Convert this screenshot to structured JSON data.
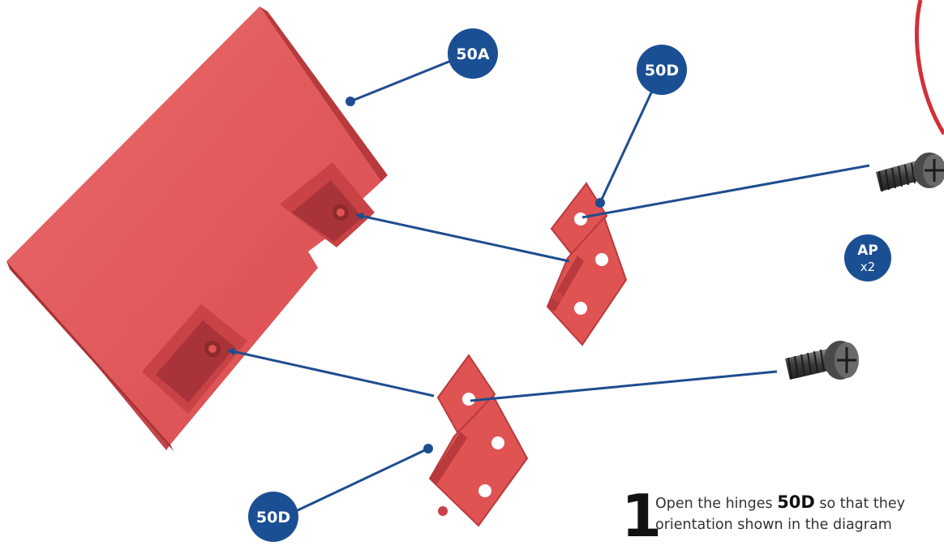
{
  "labels": {
    "panel": "50A",
    "hinge_top": "50D",
    "hinge_bottom": "50D",
    "screw_code": "AP",
    "screw_qty": "x2"
  },
  "instruction": {
    "step": "1",
    "line1_before": "Open the hinges ",
    "line1_bold": "50D",
    "line1_after": " so that they",
    "line2": "orientation shown in the diagram"
  },
  "colors": {
    "part_red": "#e05353",
    "part_red_dark": "#b83a3d",
    "badge_blue": "#1b4f93",
    "leader_blue": "#1e4d8f",
    "accent_circle": "#d32f3a",
    "screw_dark": "#3a3a3a"
  },
  "icons": [
    "panel-50a",
    "hinge-50d",
    "screw-ap"
  ]
}
